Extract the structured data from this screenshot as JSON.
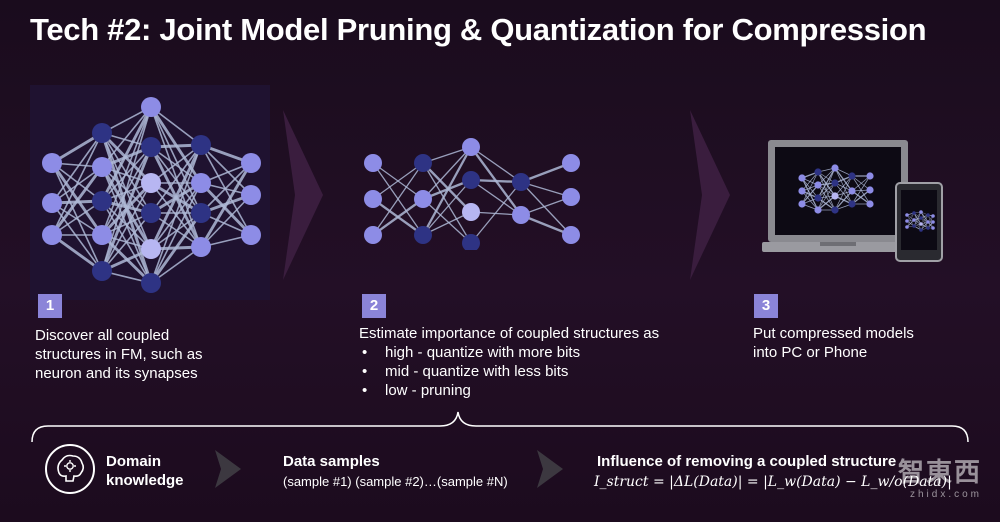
{
  "title": "Tech #2: Joint Model Pruning & Quantization for Compression",
  "steps": [
    {
      "number": "1",
      "lines": [
        "Discover all coupled",
        "structures in FM, such as",
        "neuron and its synapses"
      ]
    },
    {
      "number": "2",
      "intro": "Estimate importance of coupled structures as",
      "bullets": [
        "high - quantize with more bits",
        "mid - quantize with less bits",
        "low - pruning"
      ]
    },
    {
      "number": "3",
      "lines": [
        "Put compressed models",
        "into PC or Phone"
      ]
    }
  ],
  "bottom": {
    "domain_label_1": "Domain",
    "domain_label_2": "knowledge",
    "data_label": "Data samples",
    "data_sub": "(sample #1) (sample #2)…(sample #N)",
    "influence_label": "Influence of removing a coupled structure",
    "formula": "I_struct = |ΔL(Data)| = |L_w(Data) − L_w/o(Data)|"
  },
  "watermark": {
    "main": "智東西",
    "sub": "zhidx.com"
  },
  "colors": {
    "accent": "#8b84d8",
    "node_light": "#8d8ce6",
    "node_dark": "#2e3384",
    "edge": "#aeb8d6"
  },
  "icons": [
    "brain-gear-icon",
    "chevron-right-icon",
    "laptop-icon",
    "phone-icon"
  ]
}
